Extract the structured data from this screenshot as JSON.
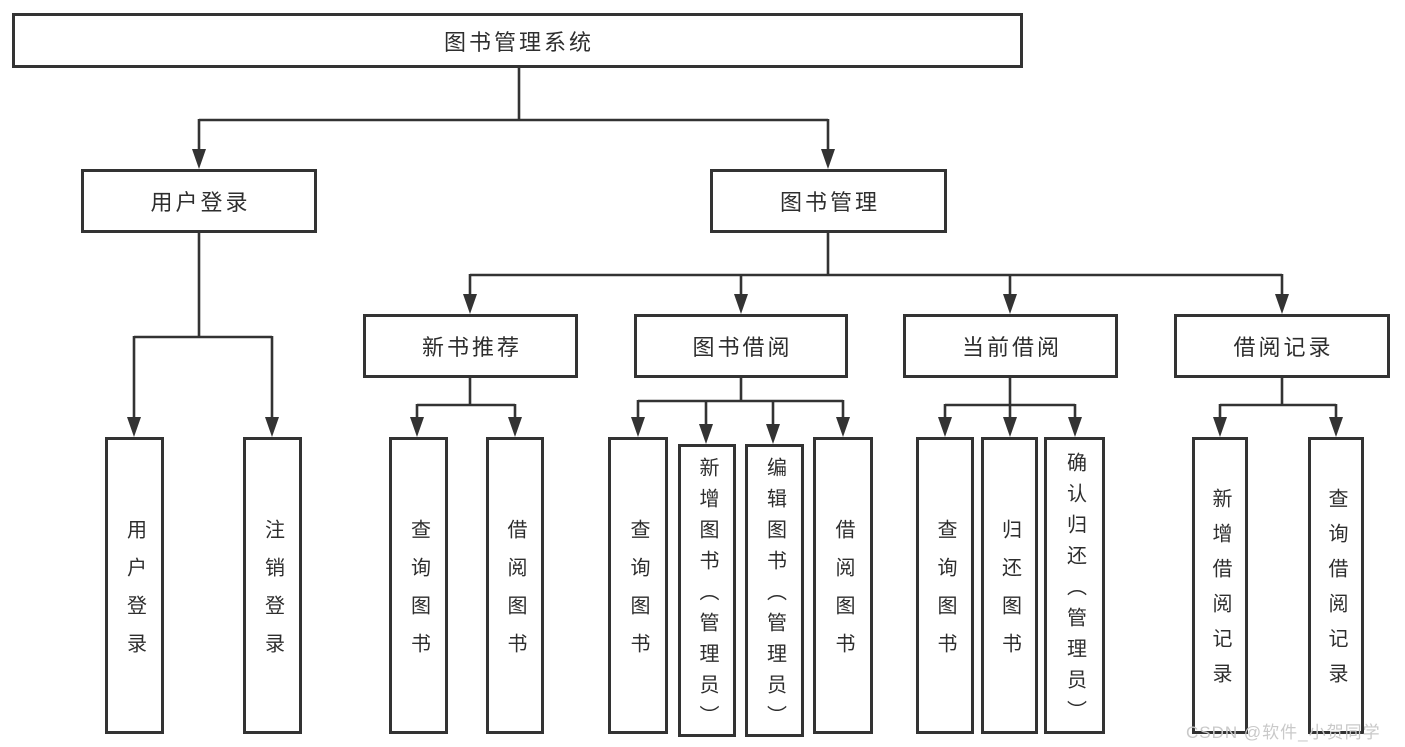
{
  "hierarchy": {
    "label": "图书管理系统",
    "children": [
      {
        "label": "用户登录",
        "children": [
          {
            "label": "用户登录"
          },
          {
            "label": "注销登录"
          }
        ]
      },
      {
        "label": "图书管理",
        "children": [
          {
            "label": "新书推荐",
            "children": [
              {
                "label": "查询图书"
              },
              {
                "label": "借阅图书"
              }
            ]
          },
          {
            "label": "图书借阅",
            "children": [
              {
                "label": "查询图书"
              },
              {
                "label": "新增图书（管理员）"
              },
              {
                "label": "编辑图书（管理员）"
              },
              {
                "label": "借阅图书"
              }
            ]
          },
          {
            "label": "当前借阅",
            "children": [
              {
                "label": "查询图书"
              },
              {
                "label": "归还图书"
              },
              {
                "label": "确认归还（管理员）"
              }
            ]
          },
          {
            "label": "借阅记录",
            "children": [
              {
                "label": "新增借阅记录"
              },
              {
                "label": "查询借阅记录"
              }
            ]
          }
        ]
      }
    ]
  },
  "watermark": "CSDN @软件_小贺同学",
  "colors": {
    "line": "#333333",
    "text": "#2e2e2e",
    "watermark": "#c9c9c9",
    "background": "#ffffff"
  }
}
